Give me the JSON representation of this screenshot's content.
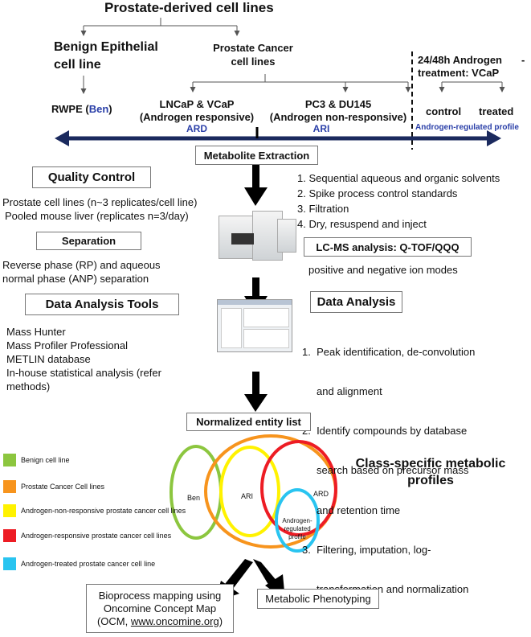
{
  "title": "Prostate-derived cell lines",
  "benign": {
    "heading_line1": "Benign Epithelial",
    "heading_line2": "cell line"
  },
  "cancer": {
    "heading_line1": "Prostate Cancer",
    "heading_line2": "cell lines"
  },
  "treatment": {
    "line1": "24/48h Androgen",
    "dash": "-",
    "line2": "treatment: VCaP"
  },
  "lines": {
    "rwpe": "RWPE (",
    "rwpe_tag": "Ben",
    "rwpe_close": ")",
    "lncap_1": "LNCaP & VCaP",
    "lncap_2": "(Androgen responsive)",
    "lncap_tag": "ARD",
    "pc3_1": "PC3 & DU145",
    "pc3_2": "(Androgen non-responsive)",
    "pc3_tag": "ARI",
    "control": "control",
    "treated": "treated",
    "androgen_profile": "Androgen-regulated profile"
  },
  "extraction": "Metabolite Extraction",
  "extraction_steps": [
    "1. Sequential aqueous and organic solvents",
    "2. Spike process control standards",
    "3. Filtration",
    "4. Dry, resuspend and inject"
  ],
  "qc": {
    "title": "Quality Control",
    "line1": "Prostate cell lines (n~3 replicates/cell line)",
    "line2": "Pooled mouse liver (replicates n=3/day)"
  },
  "separation": {
    "title": "Separation",
    "line1": "Reverse phase (RP)  and  aqueous",
    "line2": "normal phase  (ANP) separation"
  },
  "lcms": {
    "title": "LC-MS analysis: Q-TOF/QQQ",
    "sub": "positive and negative ion modes"
  },
  "tools": {
    "title": "Data Analysis Tools",
    "items": [
      "Mass Hunter",
      "Mass Profiler Professional",
      "METLIN database",
      "In-house statistical analysis (refer",
      "methods)"
    ]
  },
  "analysis": {
    "title": "Data Analysis",
    "steps": [
      "1.  Peak identification, de-convolution",
      "     and alignment",
      "2.  Identify compounds by database",
      "     search based on precursor mass",
      "     and retention time",
      "3.  Filtering, imputation, log-",
      "     transformation and normalization"
    ]
  },
  "normalized": "Normalized entity list",
  "legend": [
    {
      "label": "Benign cell line",
      "color": "#8cc63f"
    },
    {
      "label": "Prostate Cancer Cell lines",
      "color": "#f7941d"
    },
    {
      "label": "Androgen-non-responsive prostate cancer cell lines",
      "color": "#fff200"
    },
    {
      "label": "Androgen-responsive prostate cancer cell lines",
      "color": "#ed1c24"
    },
    {
      "label": "Androgen-treated prostate cancer cell line",
      "color": "#29c4f0"
    }
  ],
  "venn": {
    "ben": "Ben",
    "ari": "ARI",
    "ard": "ARD",
    "reg1": "Androgen-",
    "reg2": "regulated",
    "reg3": "profile"
  },
  "class_profiles": {
    "line1": "Class-specific metabolic",
    "line2": "profiles"
  },
  "bioprocess": {
    "line1": "Bioprocess mapping using",
    "line2": "Oncomine Concept Map",
    "line3_pre": "(OCM, ",
    "line3_link": "www.oncomine.org",
    "line3_post": ")"
  },
  "phenotyping": "Metabolic Phenotyping"
}
